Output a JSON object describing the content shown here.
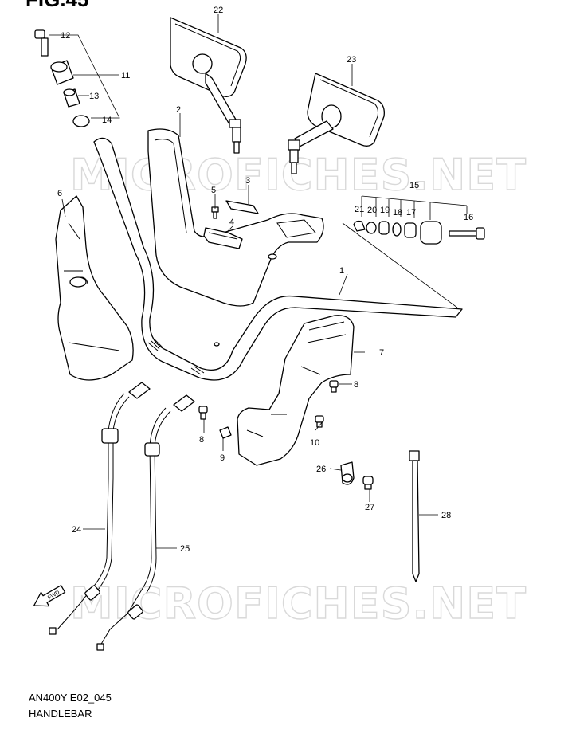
{
  "figure": {
    "title": "FIG.45"
  },
  "footer": {
    "model_code": "AN400Y E02_045",
    "section": "HANDLEBAR"
  },
  "watermark": "MICROFICHES.NET",
  "fwd_label": "FWD",
  "callouts": {
    "c1": "1",
    "c2": "2",
    "c3": "3",
    "c4": "4",
    "c5": "5",
    "c6": "6",
    "c7": "7",
    "c8a": "8",
    "c8b": "8",
    "c9": "9",
    "c10": "10",
    "c11": "11",
    "c12": "12",
    "c13": "13",
    "c14": "14",
    "c15": "15",
    "c16": "16",
    "c17": "17",
    "c18": "18",
    "c19": "19",
    "c20": "20",
    "c21": "21",
    "c22": "22",
    "c23": "23",
    "c24": "24",
    "c25": "25",
    "c26": "26",
    "c27": "27",
    "c28": "28"
  }
}
